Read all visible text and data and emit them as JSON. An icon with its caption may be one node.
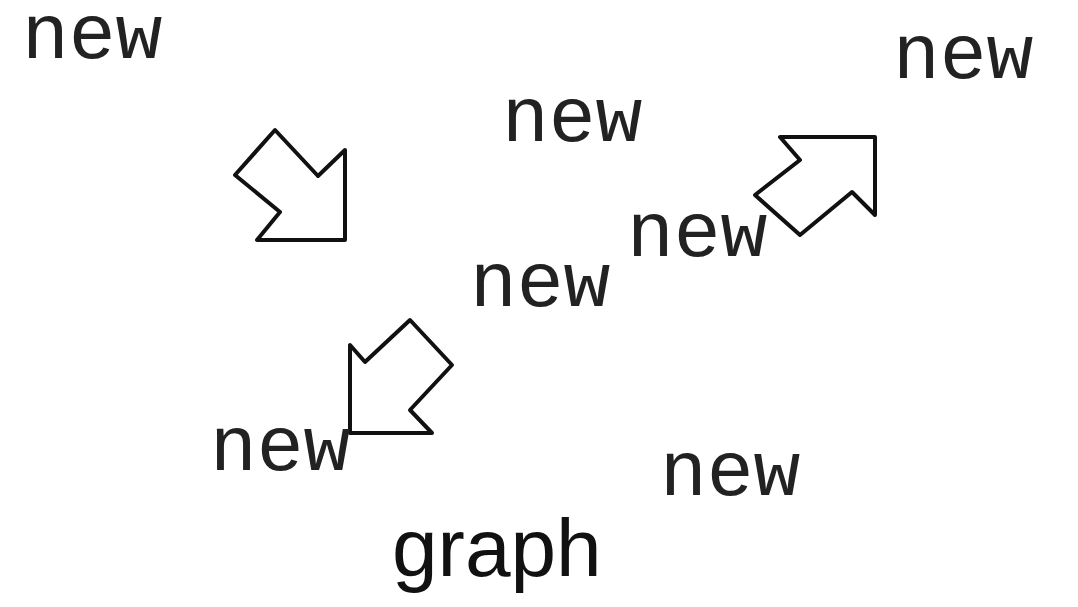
{
  "diagram": {
    "caption": "graph",
    "labels": [
      "new",
      "new",
      "new",
      "new",
      "new",
      "new",
      "new"
    ]
  }
}
